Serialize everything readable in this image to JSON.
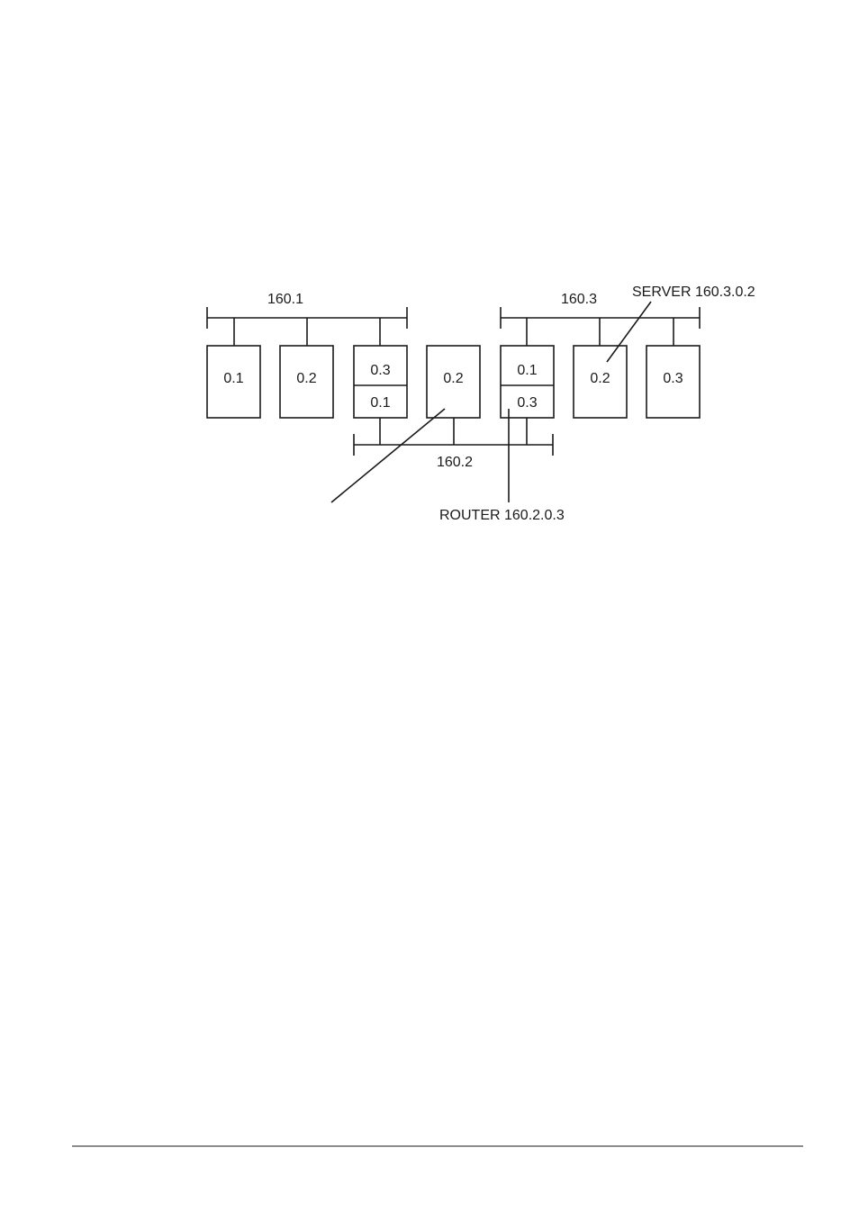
{
  "diagram": {
    "networks": [
      {
        "id": "net1",
        "label": "160.1"
      },
      {
        "id": "net2",
        "label": "160.2"
      },
      {
        "id": "net3",
        "label": "160.3"
      }
    ],
    "nodes": [
      {
        "id": "n1",
        "label": "0.1",
        "network": "160.1"
      },
      {
        "id": "n2",
        "label": "0.2",
        "network": "160.1"
      },
      {
        "id": "r1",
        "labels": [
          "0.3",
          "0.1"
        ],
        "networks": [
          "160.1",
          "160.2"
        ]
      },
      {
        "id": "n3",
        "label": "0.2",
        "network": "160.2"
      },
      {
        "id": "r2",
        "labels": [
          "0.1",
          "0.3"
        ],
        "networks": [
          "160.3",
          "160.2"
        ]
      },
      {
        "id": "n4",
        "label": "0.2",
        "network": "160.3"
      },
      {
        "id": "n5",
        "label": "0.3",
        "network": "160.3"
      }
    ],
    "annotations": {
      "server": "SERVER 160.3.0.2",
      "router": "ROUTER 160.2.0.3"
    },
    "colors": {
      "line": "#1a1a1a",
      "background": "#ffffff"
    }
  }
}
